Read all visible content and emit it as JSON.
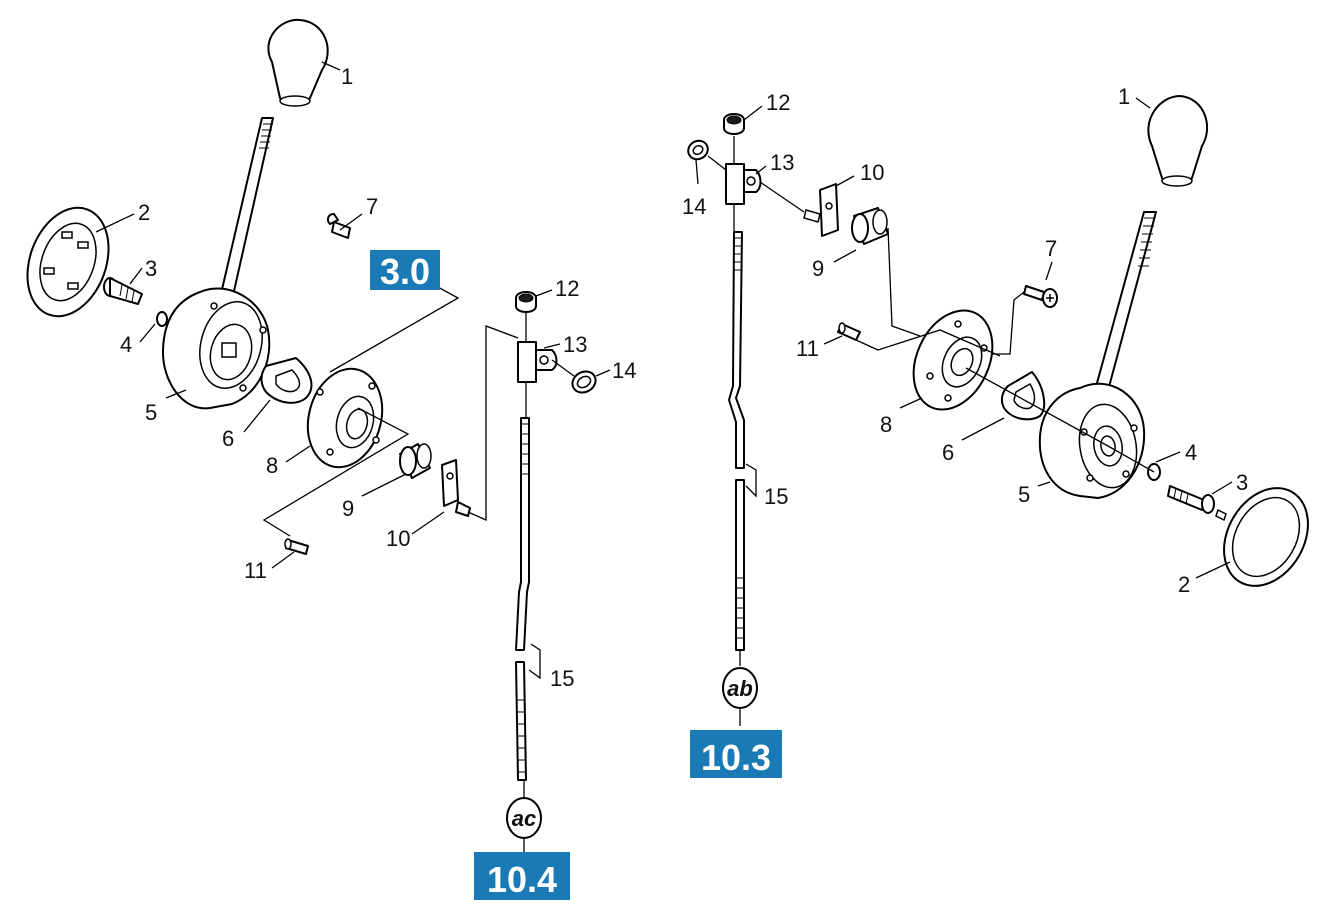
{
  "left_assembly": {
    "callouts": {
      "p1": "1",
      "p2": "2",
      "p3": "3",
      "p4": "4",
      "p5": "5",
      "p6": "6",
      "p7": "7",
      "p8": "8",
      "p9": "9",
      "p10": "10",
      "p11": "11",
      "p12": "12",
      "p13": "13",
      "p14": "14",
      "p15": "15"
    },
    "refs": {
      "top": "3.0",
      "bottom": "10.4"
    },
    "badge": "ac"
  },
  "right_assembly": {
    "callouts": {
      "p1": "1",
      "p2": "2",
      "p3": "3",
      "p4": "4",
      "p5": "5",
      "p6": "6",
      "p7": "7",
      "p8": "8",
      "p9": "9",
      "p10": "10",
      "p11": "11",
      "p12": "12",
      "p13": "13",
      "p14": "14",
      "p15": "15"
    },
    "refs": {
      "bottom": "10.3"
    },
    "badge": "ab"
  },
  "colors": {
    "ref_box": "#1a7ab5",
    "line": "#000000"
  }
}
